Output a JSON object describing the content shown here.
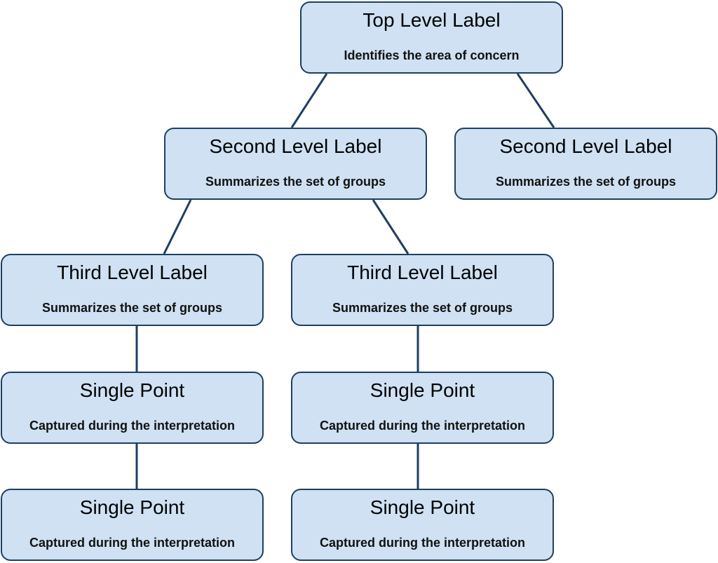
{
  "colors": {
    "node_fill": "#cfe1f3",
    "node_border": "#1f3f60",
    "connector": "#1f3f60"
  },
  "nodes": {
    "top": {
      "label": "Top Level Label",
      "desc": "Identifies the area of concern"
    },
    "second_left": {
      "label": "Second Level Label",
      "desc": "Summarizes the set of groups"
    },
    "second_right": {
      "label": "Second Level Label",
      "desc": "Summarizes the set of groups"
    },
    "third_left": {
      "label": "Third Level Label",
      "desc": "Summarizes the set of groups"
    },
    "third_right": {
      "label": "Third Level Label",
      "desc": "Summarizes the set of groups"
    },
    "point_left_1": {
      "label": "Single Point",
      "desc": "Captured during the interpretation"
    },
    "point_right_1": {
      "label": "Single Point",
      "desc": "Captured during the interpretation"
    },
    "point_left_2": {
      "label": "Single Point",
      "desc": "Captured during the interpretation"
    },
    "point_right_2": {
      "label": "Single Point",
      "desc": "Captured during the interpretation"
    }
  },
  "edges": [
    [
      "top",
      "second_left"
    ],
    [
      "top",
      "second_right"
    ],
    [
      "second_left",
      "third_left"
    ],
    [
      "second_left",
      "third_right"
    ],
    [
      "third_left",
      "point_left_1"
    ],
    [
      "point_left_1",
      "point_left_2"
    ],
    [
      "third_right",
      "point_right_1"
    ],
    [
      "point_right_1",
      "point_right_2"
    ]
  ]
}
